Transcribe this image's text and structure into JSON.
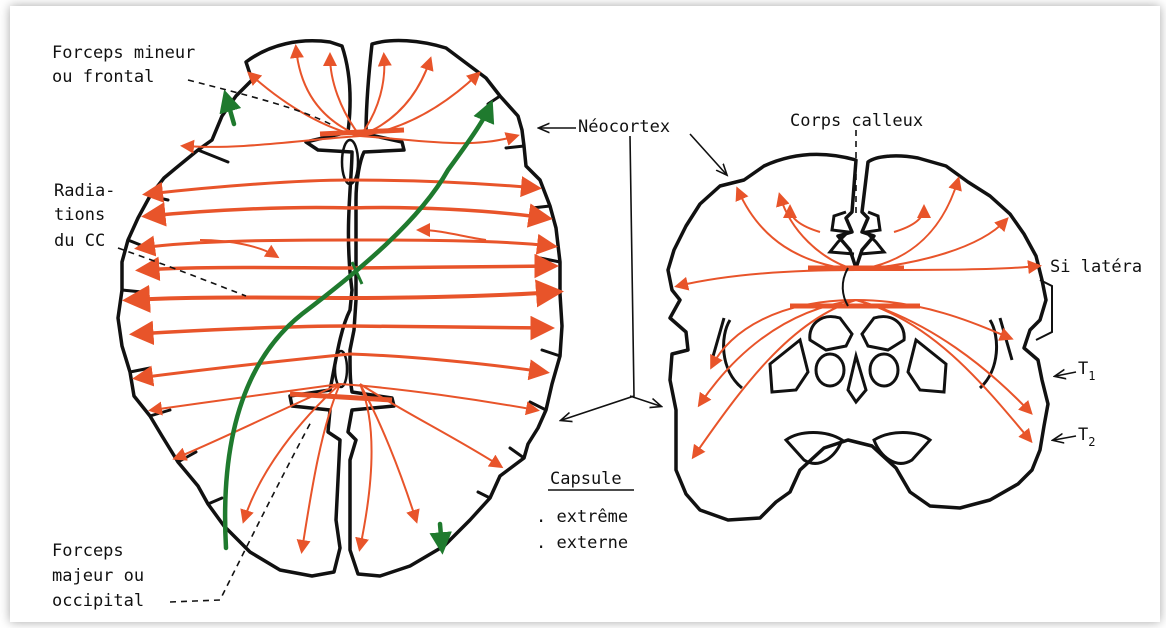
{
  "colors": {
    "outline": "#111111",
    "fibers": "#e8542a",
    "forceps_path": "#1f7a2e",
    "background": "#ffffff"
  },
  "labels": {
    "forceps_mineur_1": "Forceps mineur",
    "forceps_mineur_2": "ou  frontal",
    "radiations_1": "Radia-",
    "radiations_2": "tions",
    "radiations_3": "du CC",
    "forceps_majeur_1": "Forceps",
    "forceps_majeur_2": "majeur ou",
    "forceps_majeur_3": "occipital",
    "neocortex": "Néocortex",
    "corps_calleux": "Corps calleux",
    "si_latera": "Si latéra",
    "t1_main": "T",
    "t1_sub": "1",
    "t2_main": "T",
    "t2_sub": "2",
    "capsule_title": "Capsule",
    "capsule_item_1": ". extrême",
    "capsule_item_2": ". externe"
  }
}
